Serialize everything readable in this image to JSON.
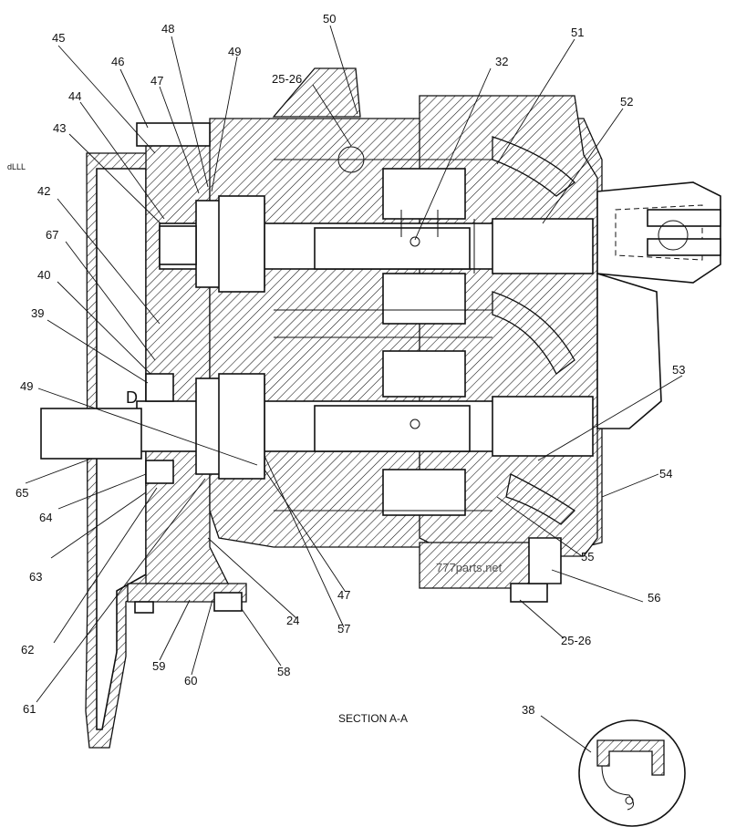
{
  "caption": "SECTION A-A",
  "watermark": "777parts.net",
  "rotated_label": "dLLL",
  "marker_d": "D",
  "callouts": [
    {
      "id": "45",
      "text": "45"
    },
    {
      "id": "46",
      "text": "46"
    },
    {
      "id": "48",
      "text": "48"
    },
    {
      "id": "49a",
      "text": "49"
    },
    {
      "id": "47a",
      "text": "47"
    },
    {
      "id": "44",
      "text": "44"
    },
    {
      "id": "43",
      "text": "43"
    },
    {
      "id": "2526a",
      "text": "25-26"
    },
    {
      "id": "50",
      "text": "50"
    },
    {
      "id": "32",
      "text": "32"
    },
    {
      "id": "51",
      "text": "51"
    },
    {
      "id": "52",
      "text": "52"
    },
    {
      "id": "42",
      "text": "42"
    },
    {
      "id": "67",
      "text": "67"
    },
    {
      "id": "40",
      "text": "40"
    },
    {
      "id": "39",
      "text": "39"
    },
    {
      "id": "49b",
      "text": "49"
    },
    {
      "id": "53",
      "text": "53"
    },
    {
      "id": "54",
      "text": "54"
    },
    {
      "id": "65",
      "text": "65"
    },
    {
      "id": "64",
      "text": "64"
    },
    {
      "id": "63",
      "text": "63"
    },
    {
      "id": "55",
      "text": "55"
    },
    {
      "id": "47b",
      "text": "47"
    },
    {
      "id": "56",
      "text": "56"
    },
    {
      "id": "24",
      "text": "24"
    },
    {
      "id": "57",
      "text": "57"
    },
    {
      "id": "62",
      "text": "62"
    },
    {
      "id": "2526b",
      "text": "25-26"
    },
    {
      "id": "59",
      "text": "59"
    },
    {
      "id": "60",
      "text": "60"
    },
    {
      "id": "58",
      "text": "58"
    },
    {
      "id": "61",
      "text": "61"
    },
    {
      "id": "38",
      "text": "38"
    }
  ]
}
